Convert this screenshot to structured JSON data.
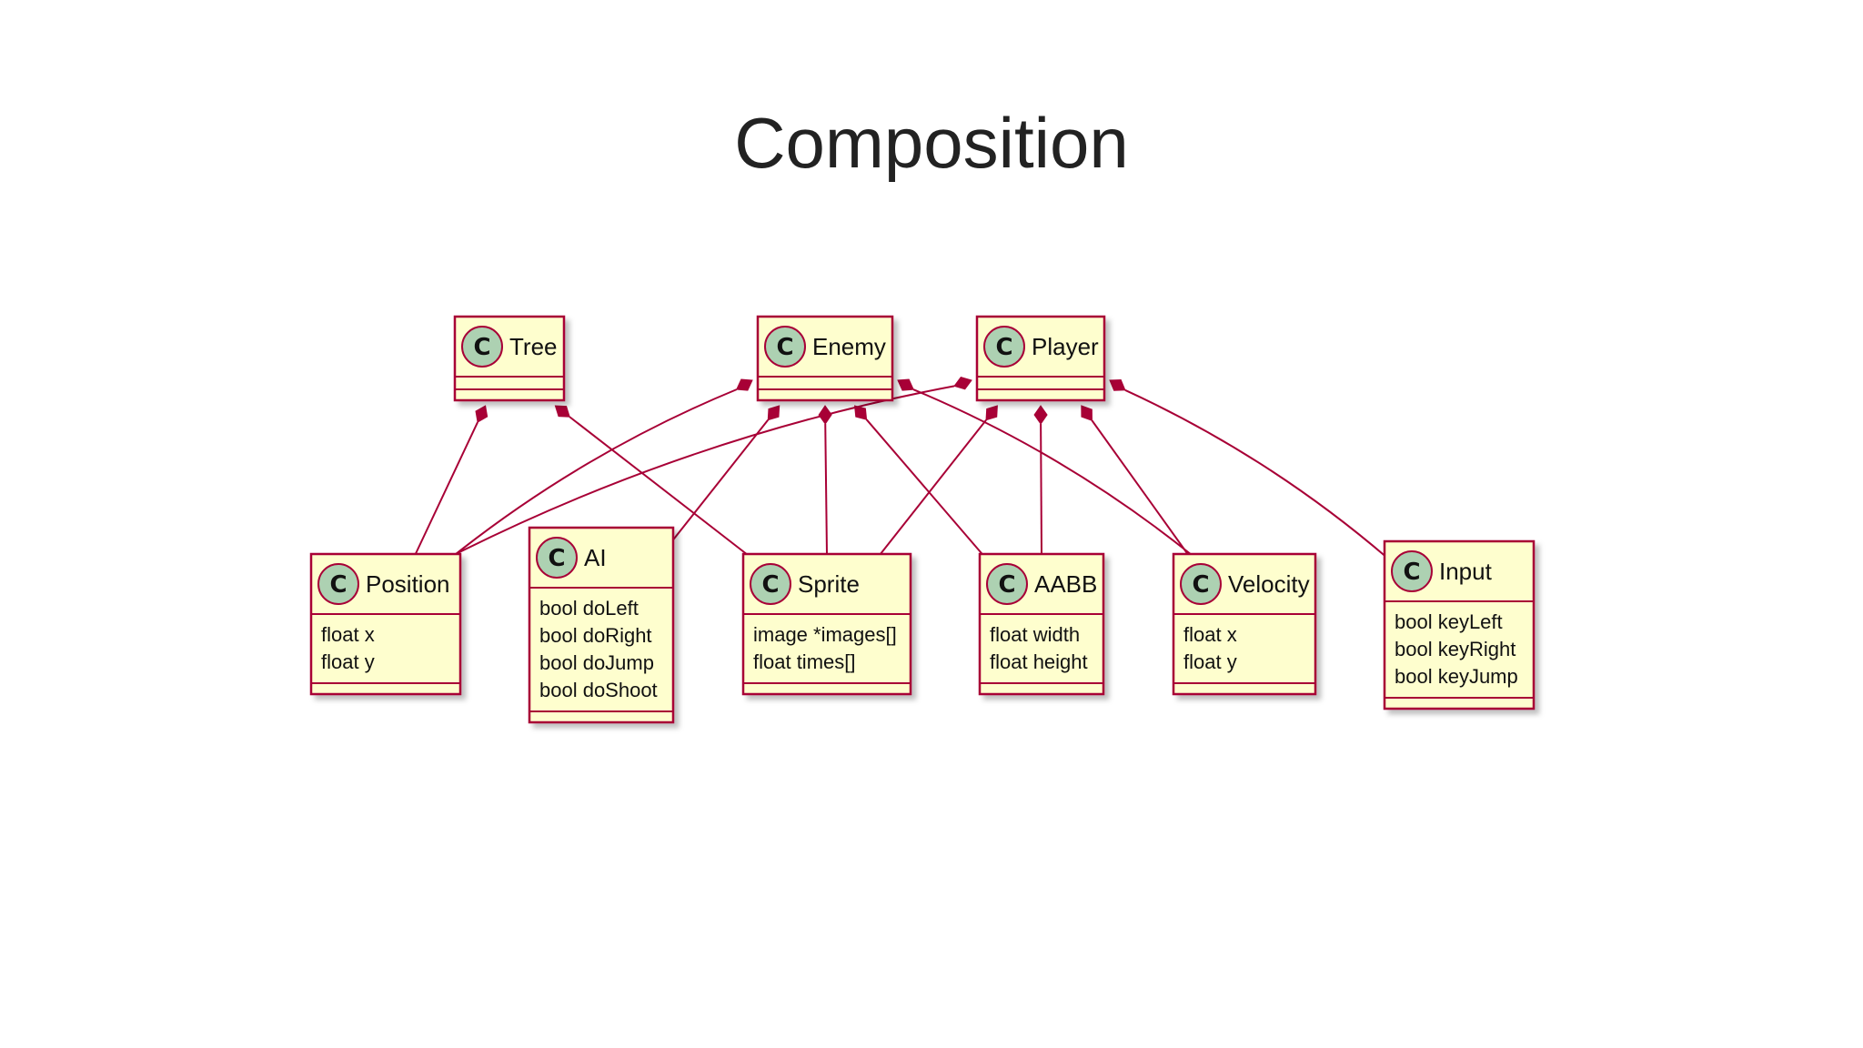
{
  "slide": {
    "title": "Composition"
  },
  "diagram": {
    "type": "uml-class-diagram",
    "class_icon_letter": "C",
    "colors": {
      "box_fill": "#FEFECE",
      "box_border": "#A80036",
      "icon_fill": "#ADD1B2",
      "icon_border": "#A80036",
      "edge": "#A80036"
    },
    "classes": [
      {
        "id": "tree",
        "name": "Tree",
        "attributes": []
      },
      {
        "id": "enemy",
        "name": "Enemy",
        "attributes": []
      },
      {
        "id": "player",
        "name": "Player",
        "attributes": []
      },
      {
        "id": "position",
        "name": "Position",
        "attributes": [
          "float x",
          "float y"
        ]
      },
      {
        "id": "ai",
        "name": "AI",
        "attributes": [
          "bool doLeft",
          "bool doRight",
          "bool doJump",
          "bool doShoot"
        ]
      },
      {
        "id": "sprite",
        "name": "Sprite",
        "attributes": [
          "image *images[]",
          "float times[]"
        ]
      },
      {
        "id": "aabb",
        "name": "AABB",
        "attributes": [
          "float width",
          "float height"
        ]
      },
      {
        "id": "velocity",
        "name": "Velocity",
        "attributes": [
          "float x",
          "float y"
        ]
      },
      {
        "id": "input",
        "name": "Input",
        "attributes": [
          "bool keyLeft",
          "bool keyRight",
          "bool keyJump"
        ]
      }
    ],
    "relations": [
      {
        "from": "tree",
        "to": "position",
        "type": "composition"
      },
      {
        "from": "tree",
        "to": "sprite",
        "type": "composition"
      },
      {
        "from": "enemy",
        "to": "position",
        "type": "composition"
      },
      {
        "from": "enemy",
        "to": "ai",
        "type": "composition"
      },
      {
        "from": "enemy",
        "to": "sprite",
        "type": "composition"
      },
      {
        "from": "enemy",
        "to": "aabb",
        "type": "composition"
      },
      {
        "from": "enemy",
        "to": "velocity",
        "type": "composition"
      },
      {
        "from": "player",
        "to": "position",
        "type": "composition"
      },
      {
        "from": "player",
        "to": "sprite",
        "type": "composition"
      },
      {
        "from": "player",
        "to": "aabb",
        "type": "composition"
      },
      {
        "from": "player",
        "to": "velocity",
        "type": "composition"
      },
      {
        "from": "player",
        "to": "input",
        "type": "composition"
      }
    ]
  }
}
